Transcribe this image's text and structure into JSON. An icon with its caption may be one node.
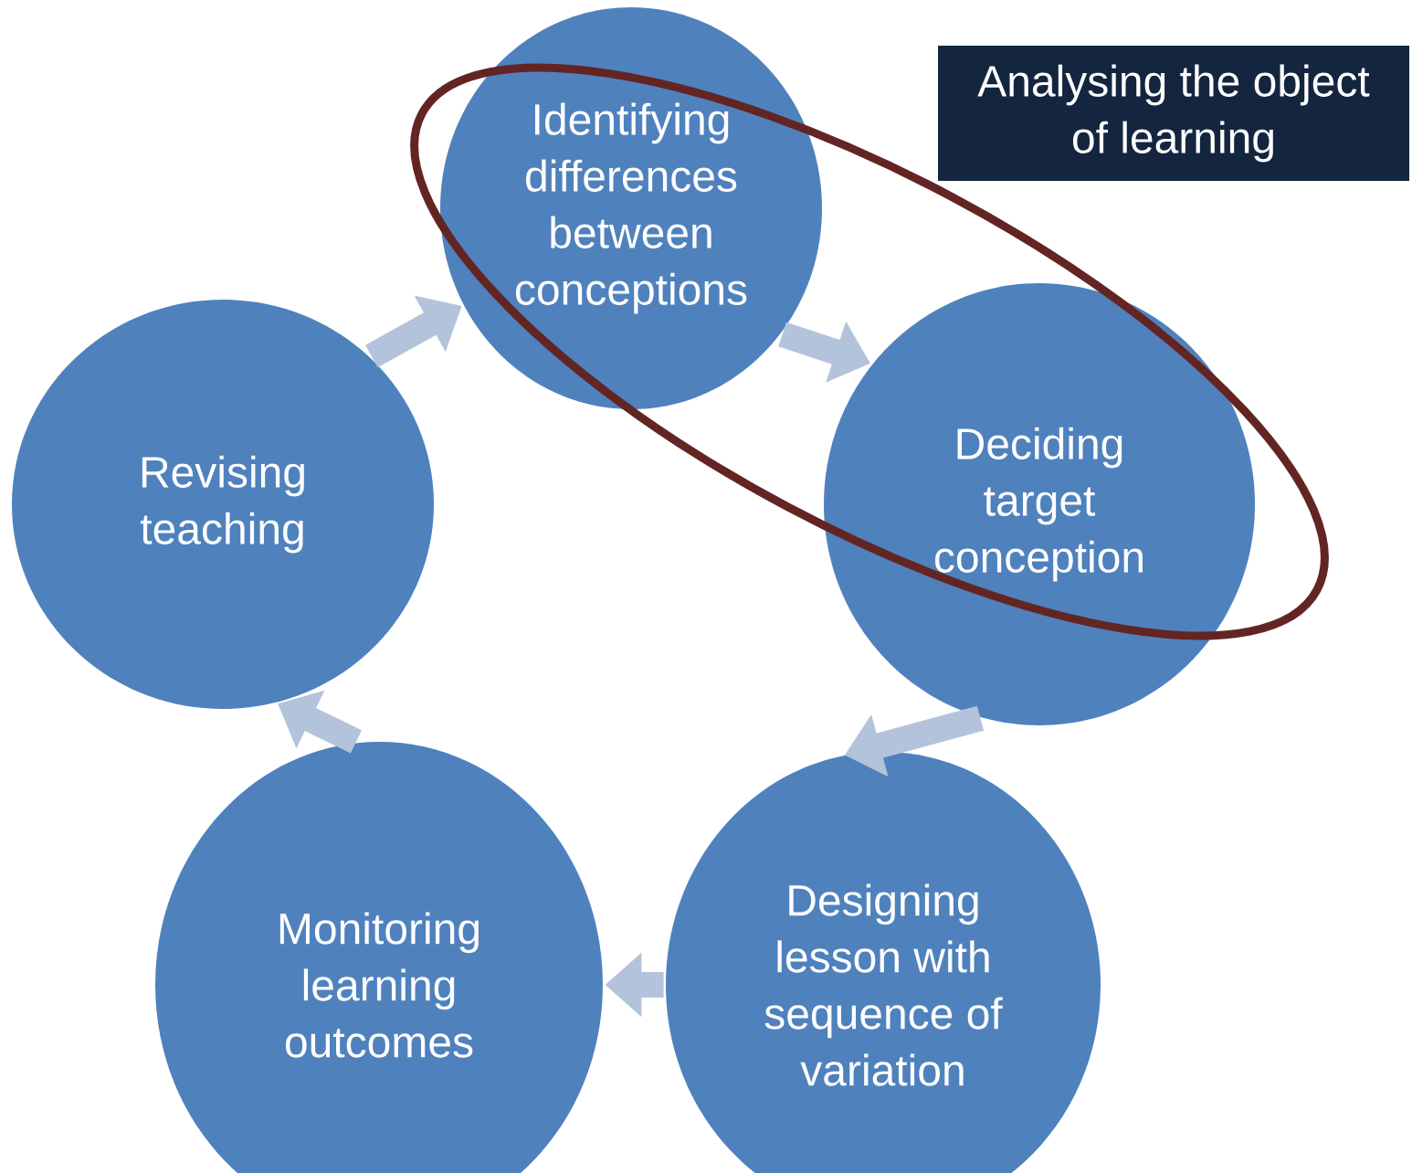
{
  "diagram": {
    "nodes": [
      {
        "text": [
          "Identifying differences between conceptions"
        ]
      },
      {
        "text": [
          "Deciding target conception"
        ]
      },
      {
        "text": [
          "Designing lesson with sequence of variation"
        ]
      },
      {
        "text": [
          "Monitoring learning outcomes"
        ]
      },
      {
        "text": [
          "Revising teaching"
        ]
      },
      {
        "text": [
          "Analysing the object of learning"
        ]
      }
    ],
    "edges": [
      {
        "from": 0,
        "to": 1,
        "arrow": "to"
      },
      {
        "from": 1,
        "to": 2,
        "arrow": "to"
      },
      {
        "from": 2,
        "to": 3,
        "arrow": "to"
      },
      {
        "from": 3,
        "to": 4,
        "arrow": "to"
      },
      {
        "from": 4,
        "to": 0,
        "arrow": "to"
      }
    ]
  }
}
